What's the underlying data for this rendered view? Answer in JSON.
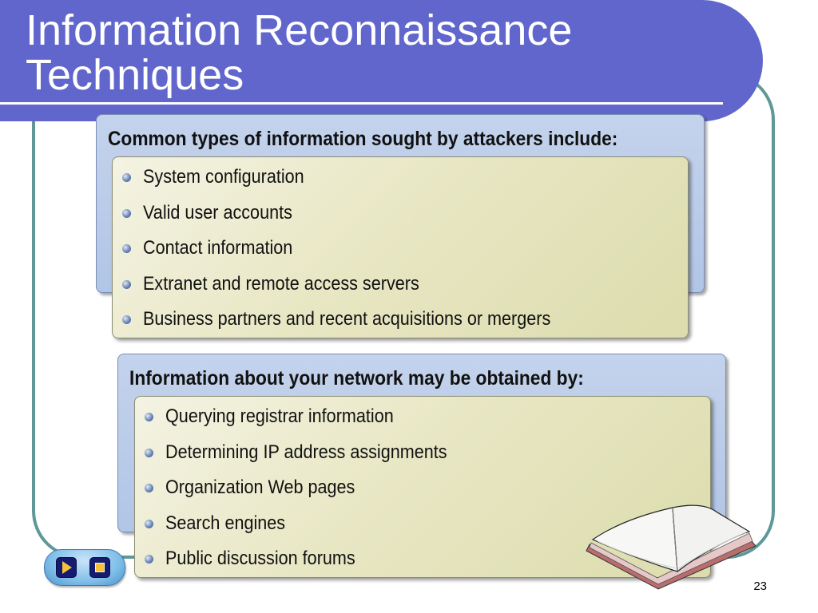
{
  "slide": {
    "title_line1": "Information Reconnaissance",
    "title_line2": "Techniques",
    "slide_number": "23"
  },
  "box1": {
    "heading": "Common types of information sought by attackers include:",
    "items": [
      "System configuration",
      "Valid user accounts",
      "Contact information",
      "Extranet and remote access servers",
      "Business partners and recent acquisitions or mergers"
    ]
  },
  "box2": {
    "heading": "Information about your network may be obtained by:",
    "items": [
      "Querying registrar information",
      "Determining IP address assignments",
      "Organization Web pages",
      "Search engines",
      "Public discussion forums"
    ]
  },
  "colors": {
    "title_bar": "#6066cc",
    "frame": "#5e9898",
    "outer_box": "#b8cbe8",
    "inner_box": "#e8e7c4",
    "nav_button": "#151b70",
    "nav_icon": "#f4c23a"
  },
  "icons": {
    "bullet": "bullet-sphere-icon",
    "play": "play-icon",
    "stop": "stop-icon",
    "book": "open-book-icon"
  }
}
